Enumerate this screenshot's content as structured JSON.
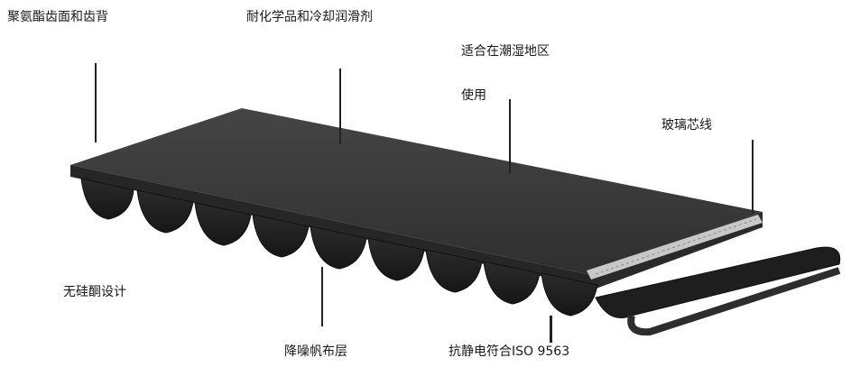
{
  "labels": {
    "polyurethane_teeth_back": "聚氨酯齿面和齿背",
    "chemical_resistance": "耐化学品和冷却润滑剂",
    "humid_env_line1": "适合在潮湿地区",
    "humid_env_line2": "使用",
    "glass_cord": "玻璃芯线",
    "silicone_free": "无硅酮设计",
    "noise_reduction_fabric": "降噪帆布层",
    "antistatic_iso": "抗静电符合ISO 9563"
  },
  "colors": {
    "belt_top": "#3b3b3b",
    "belt_side": "#2a2a2a",
    "belt_teeth": "#1f1f1f",
    "cord": "#bdbdbd",
    "leader_line": "#222222"
  }
}
